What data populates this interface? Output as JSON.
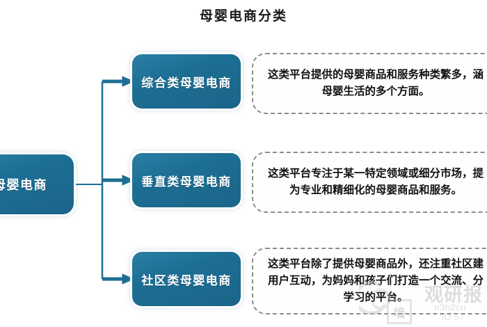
{
  "chart_data": {
    "type": "diagram",
    "title": "母婴电商分类",
    "diagram_kind": "tree / mind-map (one root branching to three categories, each with a dashed description callout)",
    "root": {
      "label": "母婴电商",
      "note": "label is clipped at the left edge of the image, showing 婴电商"
    },
    "branches": [
      {
        "label": "综合类母婴电商",
        "description_lines": [
          "这类平台提供的母婴商品和服务种类繁多，涵",
          "母婴生活的多个方面。"
        ],
        "description_full": "这类平台提供的母婴商品和服务种类繁多，涵盖母婴生活的多个方面。",
        "clipped_right": true
      },
      {
        "label": "垂直类母婴电商",
        "description_lines": [
          "这类平台专注于某一特定领域或细分市场，提",
          "为专业和精细化的母婴商品和服务。"
        ],
        "description_full": "这类平台专注于某一特定领域或细分市场，提供更为专业和精细化的母婴商品和服务。",
        "clipped_right": true
      },
      {
        "label": "社区类母婴电商",
        "description_lines": [
          "这类平台除了提供母婴商品外，还注重社区建",
          "用户互动，为妈妈和孩子们打造一个交流、分",
          "学习的平台。"
        ],
        "description_full": "这类平台除了提供母婴商品外，还注重社区建设和用户互动，为妈妈和孩子们打造一个交流、分享、学习的平台。",
        "clipped_right": true
      }
    ],
    "colors": {
      "node_fill": "#1d6e93",
      "node_fill_light": "#2a7fa6",
      "node_text": "#ffffff",
      "connector": "#1d6e93",
      "dashed_border": "#8c8c8c",
      "description_text": "#111111",
      "title_text": "#1a1a1a",
      "background": "#ffffff",
      "watermark": "#b2b2b2"
    }
  },
  "watermark": {
    "brand": "观研报",
    "site": "n3b2cu",
    "id": "ID:57",
    "badge": "墙"
  }
}
